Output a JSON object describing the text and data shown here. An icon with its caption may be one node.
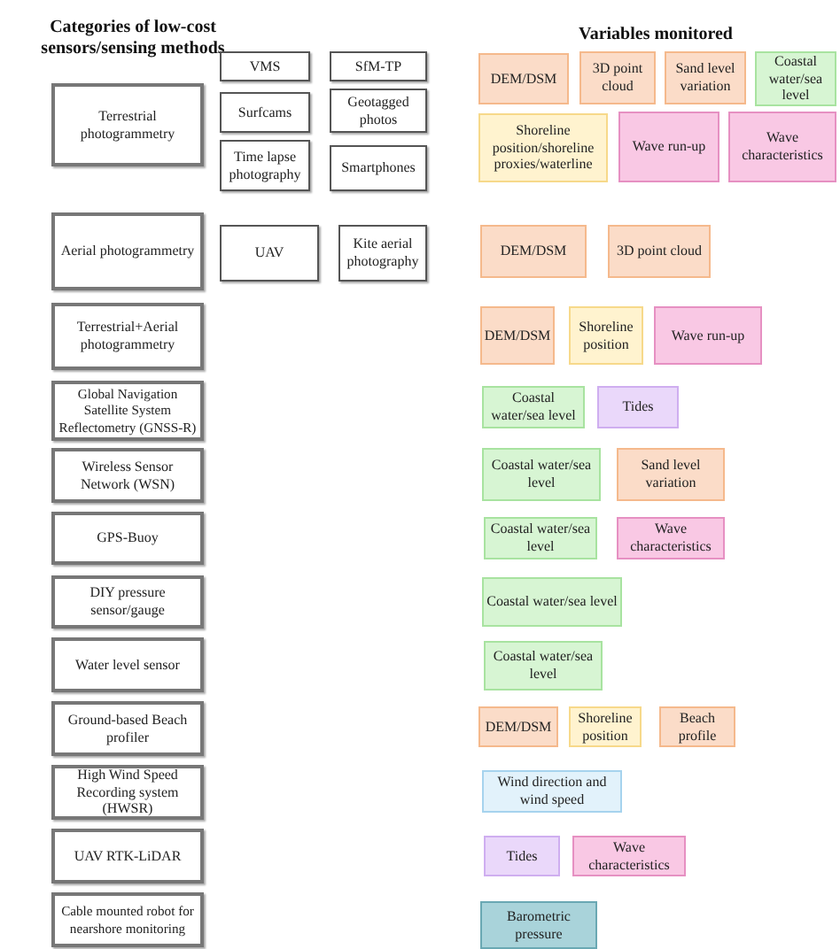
{
  "diagram": {
    "title": "Categories of low-cost sensors/sensing methods",
    "nodes": [
      {
        "text": [
          "Terrestrial photogrammetry"
        ]
      },
      {
        "text": [
          "VMS"
        ]
      },
      {
        "text": [
          "SfM-TP"
        ]
      },
      {
        "text": [
          "Surfcams"
        ]
      },
      {
        "text": [
          "Geotagged photos"
        ]
      },
      {
        "text": [
          "Time lapse photography"
        ]
      },
      {
        "text": [
          "Smartphones"
        ]
      },
      {
        "text": [
          "DEM/DSM"
        ]
      },
      {
        "text": [
          "3D point cloud"
        ]
      },
      {
        "text": [
          "Sand level variation"
        ]
      },
      {
        "text": [
          "Coastal water/sea level"
        ]
      },
      {
        "text": [
          "Shoreline position/shoreline proxies/waterline"
        ]
      },
      {
        "text": [
          "Wave run-up"
        ]
      },
      {
        "text": [
          "Wave characteristics"
        ]
      },
      {
        "text": [
          "Aerial photogrammetry"
        ]
      },
      {
        "text": [
          "UAV"
        ]
      },
      {
        "text": [
          "Kite aerial photography"
        ]
      },
      {
        "text": [
          "DEM/DSM"
        ]
      },
      {
        "text": [
          "3D point cloud"
        ]
      },
      {
        "text": [
          "Terrestrial+Aerial photogrammetry"
        ]
      },
      {
        "text": [
          "DEM/DSM"
        ]
      },
      {
        "text": [
          "Shoreline position"
        ]
      },
      {
        "text": [
          "Wave run-up"
        ]
      },
      {
        "text": [
          "Global Navigation Satellite System Reflectometry (GNSS-R)"
        ]
      },
      {
        "text": [
          "Coastal water/sea level"
        ]
      },
      {
        "text": [
          "Tides"
        ]
      },
      {
        "text": [
          "Wireless Sensor Network (WSN)"
        ]
      },
      {
        "text": [
          "Coastal water/sea level"
        ]
      },
      {
        "text": [
          "Sand level variation"
        ]
      },
      {
        "text": [
          "GPS-Buoy"
        ]
      },
      {
        "text": [
          "Coastal water/sea level"
        ]
      },
      {
        "text": [
          "Wave characteristics"
        ]
      },
      {
        "text": [
          "DIY pressure sensor/gauge"
        ]
      },
      {
        "text": [
          "Coastal water/sea level"
        ]
      },
      {
        "text": [
          "Water level sensor"
        ]
      },
      {
        "text": [
          "Coastal water/sea level"
        ]
      },
      {
        "text": [
          "Ground-based Beach profiler"
        ]
      },
      {
        "text": [
          "DEM/DSM"
        ]
      },
      {
        "text": [
          "Shoreline position"
        ]
      },
      {
        "text": [
          "Beach profile"
        ]
      },
      {
        "text": [
          "High Wind Speed Recording system (HWSR)"
        ]
      },
      {
        "text": [
          "Wind direction and wind speed"
        ]
      },
      {
        "text": [
          "UAV RTK-LiDAR"
        ]
      },
      {
        "text": [
          "Tides"
        ]
      },
      {
        "text": [
          "Wave characteristics"
        ]
      },
      {
        "text": [
          "Cable mounted robot for nearshore monitoring"
        ]
      },
      {
        "text": [
          "Barometric pressure"
        ]
      }
    ],
    "labels": [
      "Variables monitored"
    ]
  }
}
